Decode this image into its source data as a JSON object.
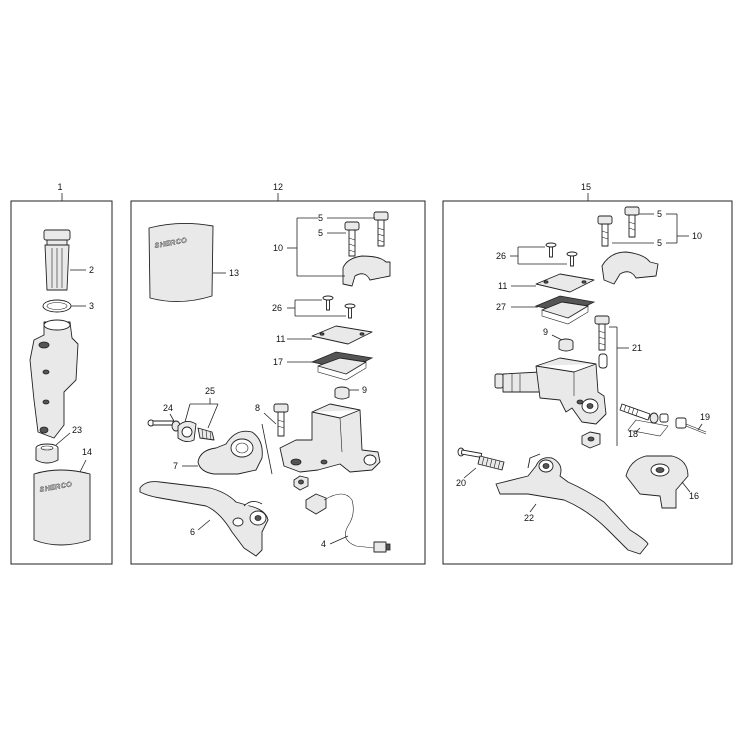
{
  "groups": [
    {
      "id": "1",
      "label": "1"
    },
    {
      "id": "12",
      "label": "12"
    },
    {
      "id": "15",
      "label": "15"
    }
  ],
  "callouts": {
    "g1": [
      "2",
      "3",
      "23",
      "14"
    ],
    "g12": [
      "13",
      "5",
      "5",
      "10",
      "26",
      "11",
      "17",
      "9",
      "8",
      "25",
      "24",
      "7",
      "6",
      "4"
    ],
    "g15": [
      "5",
      "10",
      "5",
      "26",
      "11",
      "27",
      "9",
      "21",
      "18",
      "19",
      "20",
      "22",
      "16"
    ]
  },
  "brand_text": "SHERCO",
  "colors": {
    "line": "#222222",
    "fill": "#e9e9e9",
    "background": "#ffffff"
  }
}
